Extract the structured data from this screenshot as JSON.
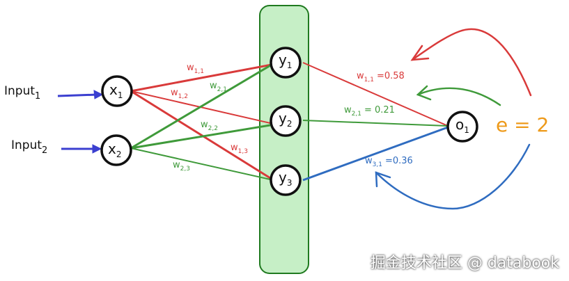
{
  "inputs": {
    "input1": "Input",
    "input1_sub": "1",
    "input2": "Input",
    "input2_sub": "2"
  },
  "nodes": {
    "x1": "x",
    "x1_sub": "1",
    "x2": "x",
    "x2_sub": "2",
    "y1": "y",
    "y1_sub": "1",
    "y2": "y",
    "y2_sub": "2",
    "y3": "y",
    "y3_sub": "3",
    "o1": "o",
    "o1_sub": "1"
  },
  "weights": {
    "w11": "w",
    "w11_sub": "1,1",
    "w12": "w",
    "w12_sub": "1,2",
    "w13": "w",
    "w13_sub": "1,3",
    "w21": "w",
    "w21_sub": "2,1",
    "w22": "w",
    "w22_sub": "2,2",
    "w23": "w",
    "w23_sub": "2,3",
    "wp11": "w",
    "wp11_sub": "1,1",
    "wp11_val": "=0.58",
    "wp21": "w",
    "wp21_sub": "2,1",
    "wp21_val": "= 0.21",
    "wp31": "w",
    "wp31_sub": "3,1",
    "wp31_val": "=0.36"
  },
  "error": "e = 2",
  "watermark": "掘金技术社区 @ databook",
  "colors": {
    "red": "#d93a3a",
    "green": "#3f9a3a",
    "blue": "#2f6cc0",
    "arrow_blue": "#3b3fd0",
    "orange": "#ee9a1a",
    "layer_fill": "#c6efc6",
    "layer_stroke": "#1f7a1f"
  }
}
